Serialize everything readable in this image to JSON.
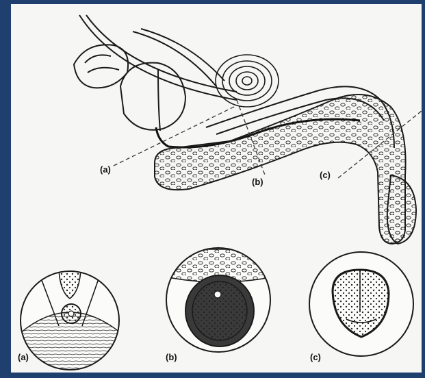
{
  "labels": {
    "section_a": "(a)",
    "section_b": "(b)",
    "section_c": "(c)",
    "inset_a": "(a)",
    "inset_b": "(b)",
    "inset_c": "(c)"
  },
  "colors": {
    "background_frame": "#1f3f6f",
    "panel": "#f6f6f4",
    "ink": "#1a1a1a"
  }
}
